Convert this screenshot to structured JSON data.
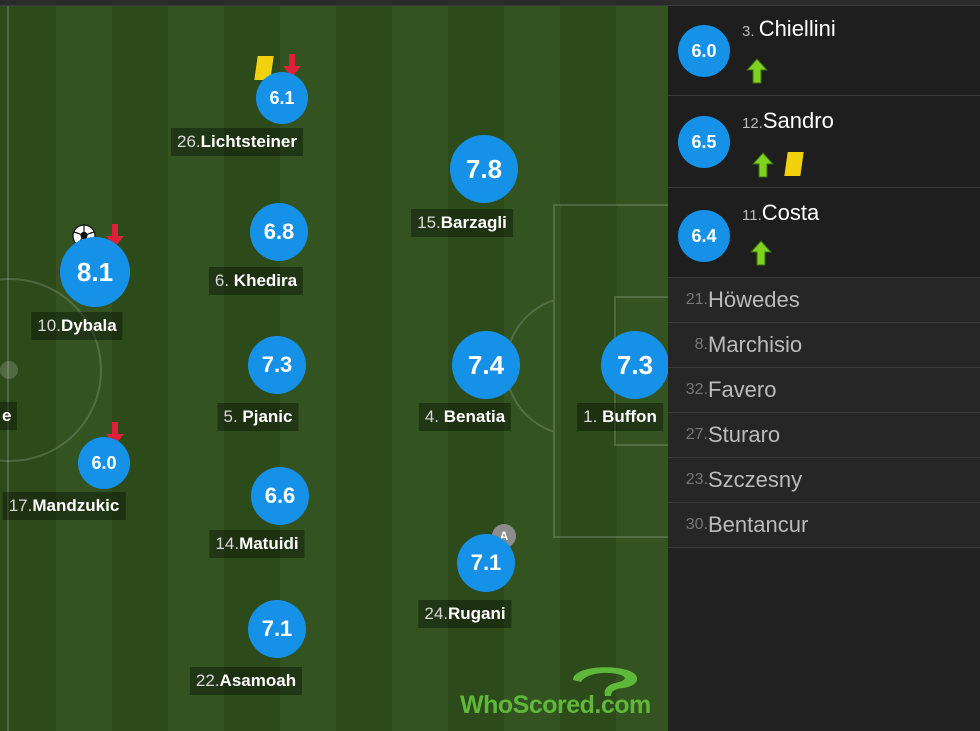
{
  "starters": [
    {
      "num": "26.",
      "name": "Lichtsteiner",
      "rating": "6.1"
    },
    {
      "num": "15.",
      "name": "Barzagli",
      "rating": "7.8"
    },
    {
      "num": "6. ",
      "name": "Khedira",
      "rating": "6.8"
    },
    {
      "num": "10.",
      "name": "Dybala",
      "rating": "8.1"
    },
    {
      "num": "5. ",
      "name": "Pjanic",
      "rating": "7.3"
    },
    {
      "num": "4. ",
      "name": "Benatia",
      "rating": "7.4"
    },
    {
      "num": "1. ",
      "name": "Buffon",
      "rating": "7.3"
    },
    {
      "num": "17.",
      "name": "Mandzukic",
      "rating": "6.0"
    },
    {
      "num": "14.",
      "name": "Matuidi",
      "rating": "6.6"
    },
    {
      "num": "24.",
      "name": "Rugani",
      "rating": "7.1"
    },
    {
      "num": "22.",
      "name": "Asamoah",
      "rating": "7.1"
    }
  ],
  "partial_label": "e",
  "captain_badge": "A",
  "substitutes_used": [
    {
      "num": "3. ",
      "name": "Chiellini",
      "rating": "6.0"
    },
    {
      "num": "12.",
      "name": "Sandro",
      "rating": "6.5"
    },
    {
      "num": "11.",
      "name": "Costa",
      "rating": "6.4"
    }
  ],
  "bench": [
    {
      "num": "21.",
      "name": "Höwedes"
    },
    {
      "num": "8. ",
      "name": "Marchisio"
    },
    {
      "num": "32.",
      "name": "Favero"
    },
    {
      "num": "27.",
      "name": "Sturaro"
    },
    {
      "num": "23.",
      "name": "Szczesny"
    },
    {
      "num": "30.",
      "name": "Bentancur"
    }
  ],
  "branding": {
    "who": "WhoScored",
    "dot": ".",
    "com": "com"
  },
  "colors": {
    "rating_bubble": "#1591e8",
    "sub_on_arrow": "#7ed321",
    "sub_off_arrow": "#e0203a",
    "yellow_card": "#f2d20f",
    "brand_green": "#5fb83a"
  },
  "icons": {
    "goal": "football-icon",
    "sub_off": "arrow-down-icon",
    "sub_on": "arrow-up-icon",
    "booking": "yellow-card-icon",
    "captain": "captain-badge-icon"
  }
}
